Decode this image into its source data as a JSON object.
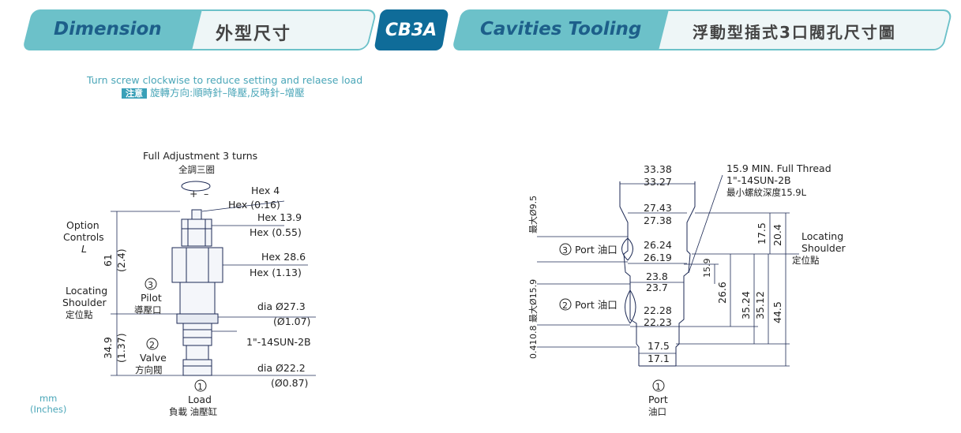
{
  "header": {
    "dimension_en": "Dimension",
    "dimension_cn": "外型尺寸",
    "model": "CB3A",
    "cavities_en": "Cavities Tooling",
    "cavities_cn": "浮動型插式3口閥孔尺寸圖"
  },
  "note": {
    "en": "Turn screw clockwise to reduce setting and relaese load",
    "badge": "注意",
    "cn": "旋轉方向:順時針–降壓,反時針–增壓"
  },
  "units": {
    "mm": "mm",
    "inches": "(Inches)"
  },
  "valve": {
    "full_adjust_en": "Full Adjustment 3 turns",
    "full_adjust_cn": "全調三圈",
    "plus": "+",
    "minus": "–",
    "hex4": "Hex 4",
    "hex4_in": "Hex (0.16)",
    "hex13": "Hex 13.9",
    "hex13_in": "Hex (0.55)",
    "hex28": "Hex 28.6",
    "hex28_in": "Hex (1.13)",
    "dia27": "dia  Ø27.3",
    "dia27_in": "(Ø1.07)",
    "thread": "1\"-14SUN-2B",
    "dia22": "dia  Ø22.2",
    "dia22_in": "(Ø0.87)",
    "option_l1": "Option",
    "option_l2": "Controls",
    "option_l3": "L",
    "dim61": "61",
    "dim61_in": "(2.4)",
    "locating_l1": "Locating",
    "locating_l2": "Shoulder",
    "locating_cn": "定位點",
    "dim349": "34.9",
    "dim349_in": "(1.37)",
    "port3_num": "3",
    "port3_en": "Pilot",
    "port3_cn": "導壓口",
    "port2_num": "2",
    "port2_en": "Valve",
    "port2_cn": "方向閥",
    "port1_num": "1",
    "port1_en": "Load",
    "port1_cn": "負載  油壓缸"
  },
  "cavity": {
    "d1": "33.38",
    "d2": "33.27",
    "d3": "27.43",
    "d4": "27.38",
    "d5": "26.24",
    "d6": "26.19",
    "d7": "23.8",
    "d8": "23.7",
    "d9": "22.28",
    "d10": "22.23",
    "d11": "17.5",
    "d12": "17.1",
    "thread_l1": "15.9 MIN. Full Thread",
    "thread_l2": "1\"-14SUN-2B",
    "thread_cn": "最小螺紋深度15.9L",
    "loc_l1": "Locating",
    "loc_l2": "Shoulder",
    "loc_cn": "定位點",
    "v175": "17.5",
    "v204": "20.4",
    "v159": "15.9",
    "v266": "26.6",
    "v3524": "35.24",
    "v3512": "35.12",
    "v445": "44.5",
    "max95": "最大Ø9.5",
    "max159": "0.8 最大Ø15.9",
    "min041": "0.41",
    "port3_num": "3",
    "port3": "Port 油口",
    "port2_num": "2",
    "port2": "Port 油口",
    "port1_num": "1",
    "port1_en": "Port",
    "port1_cn": "油口"
  }
}
